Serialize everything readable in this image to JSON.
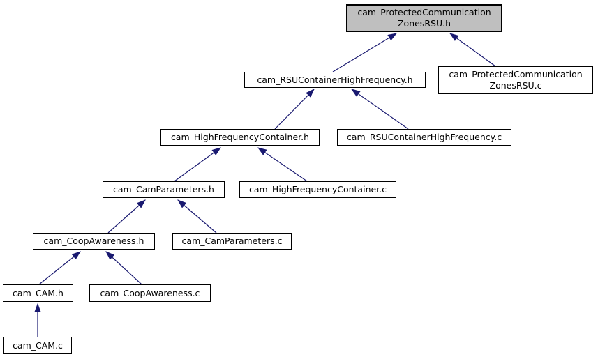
{
  "graph": {
    "kind": "include-dependency-graph",
    "colors": {
      "edge": "#191970",
      "node_border": "#000000",
      "node_fill": "#ffffff",
      "highlight_fill": "#bfbfbf",
      "background": "#ffffff",
      "text": "#000000"
    },
    "nodes": [
      {
        "id": "cam_ProtectedCommunicationZonesRSU.h",
        "label": "cam_ProtectedCommunication\nZonesRSU.h",
        "highlighted": true
      },
      {
        "id": "cam_RSUContainerHighFrequency.h",
        "label": "cam_RSUContainerHighFrequency.h",
        "highlighted": false
      },
      {
        "id": "cam_ProtectedCommunicationZonesRSU.c",
        "label": "cam_ProtectedCommunication\nZonesRSU.c",
        "highlighted": false
      },
      {
        "id": "cam_HighFrequencyContainer.h",
        "label": "cam_HighFrequencyContainer.h",
        "highlighted": false
      },
      {
        "id": "cam_RSUContainerHighFrequency.c",
        "label": "cam_RSUContainerHighFrequency.c",
        "highlighted": false
      },
      {
        "id": "cam_CamParameters.h",
        "label": "cam_CamParameters.h",
        "highlighted": false
      },
      {
        "id": "cam_HighFrequencyContainer.c",
        "label": "cam_HighFrequencyContainer.c",
        "highlighted": false
      },
      {
        "id": "cam_CoopAwareness.h",
        "label": "cam_CoopAwareness.h",
        "highlighted": false
      },
      {
        "id": "cam_CamParameters.c",
        "label": "cam_CamParameters.c",
        "highlighted": false
      },
      {
        "id": "cam_CAM.h",
        "label": "cam_CAM.h",
        "highlighted": false
      },
      {
        "id": "cam_CoopAwareness.c",
        "label": "cam_CoopAwareness.c",
        "highlighted": false
      },
      {
        "id": "cam_CAM.c",
        "label": "cam_CAM.c",
        "highlighted": false
      }
    ],
    "edges": [
      {
        "from": "cam_RSUContainerHighFrequency.h",
        "to": "cam_ProtectedCommunicationZonesRSU.h"
      },
      {
        "from": "cam_ProtectedCommunicationZonesRSU.c",
        "to": "cam_ProtectedCommunicationZonesRSU.h"
      },
      {
        "from": "cam_HighFrequencyContainer.h",
        "to": "cam_RSUContainerHighFrequency.h"
      },
      {
        "from": "cam_RSUContainerHighFrequency.c",
        "to": "cam_RSUContainerHighFrequency.h"
      },
      {
        "from": "cam_CamParameters.h",
        "to": "cam_HighFrequencyContainer.h"
      },
      {
        "from": "cam_HighFrequencyContainer.c",
        "to": "cam_HighFrequencyContainer.h"
      },
      {
        "from": "cam_CoopAwareness.h",
        "to": "cam_CamParameters.h"
      },
      {
        "from": "cam_CamParameters.c",
        "to": "cam_CamParameters.h"
      },
      {
        "from": "cam_CAM.h",
        "to": "cam_CoopAwareness.h"
      },
      {
        "from": "cam_CoopAwareness.c",
        "to": "cam_CoopAwareness.h"
      },
      {
        "from": "cam_CAM.c",
        "to": "cam_CAM.h"
      }
    ]
  }
}
